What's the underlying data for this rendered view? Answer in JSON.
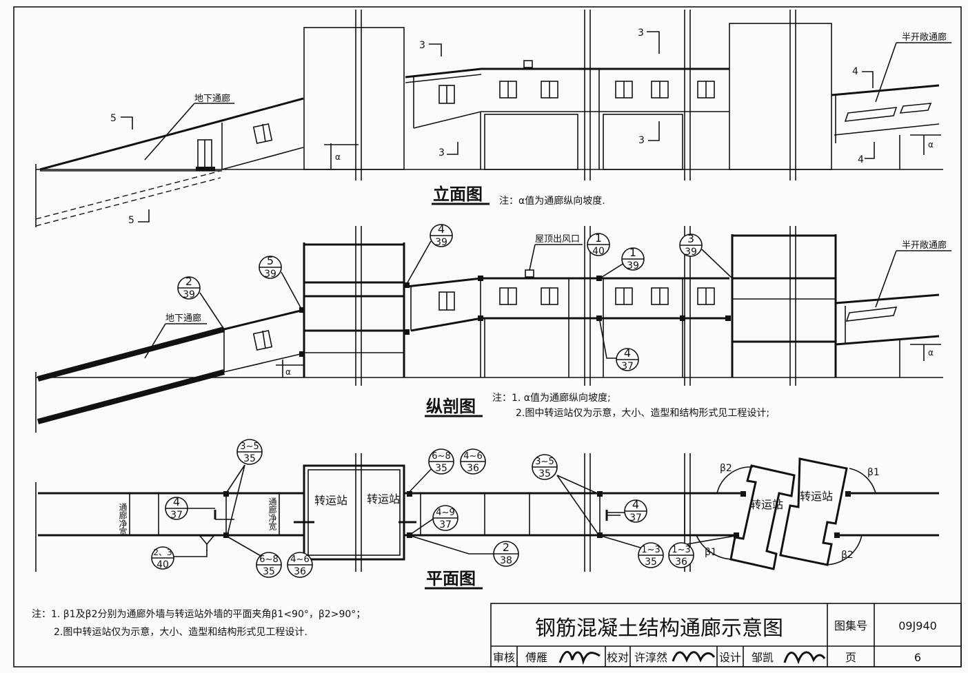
{
  "drawing": {
    "title": "钢筋混凝土结构通廊示意图",
    "atlas_label": "图集号",
    "atlas_no": "09J940",
    "page_label": "页",
    "page_no": "6",
    "roles": {
      "review": "审核",
      "check": "校对",
      "design": "设计"
    },
    "names": {
      "reviewer": "傅雁",
      "checker": "许淳然",
      "designer": "邹凯"
    },
    "signatures": {
      "reviewer": "傅雁",
      "checker": "许淳然",
      "designer": "邹凯"
    }
  },
  "elevation": {
    "title": "立面图",
    "note": "注：α值为通廊纵向坡度.",
    "labels": {
      "underground": "地下通廊",
      "semi_open": "半开敞通廊",
      "cut3": "3",
      "cut4": "4",
      "cut5": "5",
      "alpha": "α"
    }
  },
  "section": {
    "title": "纵剖图",
    "note_lines": [
      "注：1. α值为通廊纵向坡度;",
      "2.图中转运站仅为示意，大小、造型和结构形式见工程设计;"
    ],
    "labels": {
      "underground": "地下通廊",
      "semi_open": "半开敞通廊",
      "roof_vent": "屋顶出风口",
      "alpha": "α"
    },
    "refs": [
      {
        "top": "2",
        "bottom": "39"
      },
      {
        "top": "5",
        "bottom": "39"
      },
      {
        "top": "4",
        "bottom": "39"
      },
      {
        "top": "1",
        "bottom": "40"
      },
      {
        "top": "1",
        "bottom": "39"
      },
      {
        "top": "3",
        "bottom": "39"
      },
      {
        "top": "4",
        "bottom": "37"
      }
    ]
  },
  "plan": {
    "title": "平面图",
    "labels": {
      "station": "转运站",
      "clear_width": "通廊净宽",
      "beta1": "β1",
      "beta2": "β2"
    },
    "refs": [
      {
        "top": "3~5",
        "bottom": "35"
      },
      {
        "top": "4",
        "bottom": "37"
      },
      {
        "top": "2、3",
        "bottom": "40"
      },
      {
        "top": "6~8",
        "bottom": "35"
      },
      {
        "top": "4~6",
        "bottom": "36"
      },
      {
        "top": "6~8",
        "bottom": "35"
      },
      {
        "top": "4~6",
        "bottom": "36"
      },
      {
        "top": "4~9",
        "bottom": "37"
      },
      {
        "top": "2",
        "bottom": "38"
      },
      {
        "top": "3~5",
        "bottom": "35"
      },
      {
        "top": "4",
        "bottom": "37"
      },
      {
        "top": "1~3",
        "bottom": "35"
      },
      {
        "top": "1~3",
        "bottom": "36"
      }
    ]
  },
  "notes": [
    "注：1. β1及β2分别为通廊外墙与转运站外墙的平面夹角β1<90°，β2>90°；",
    "2.图中转运站仅为示意，大小、造型和结构形式见工程设计."
  ]
}
